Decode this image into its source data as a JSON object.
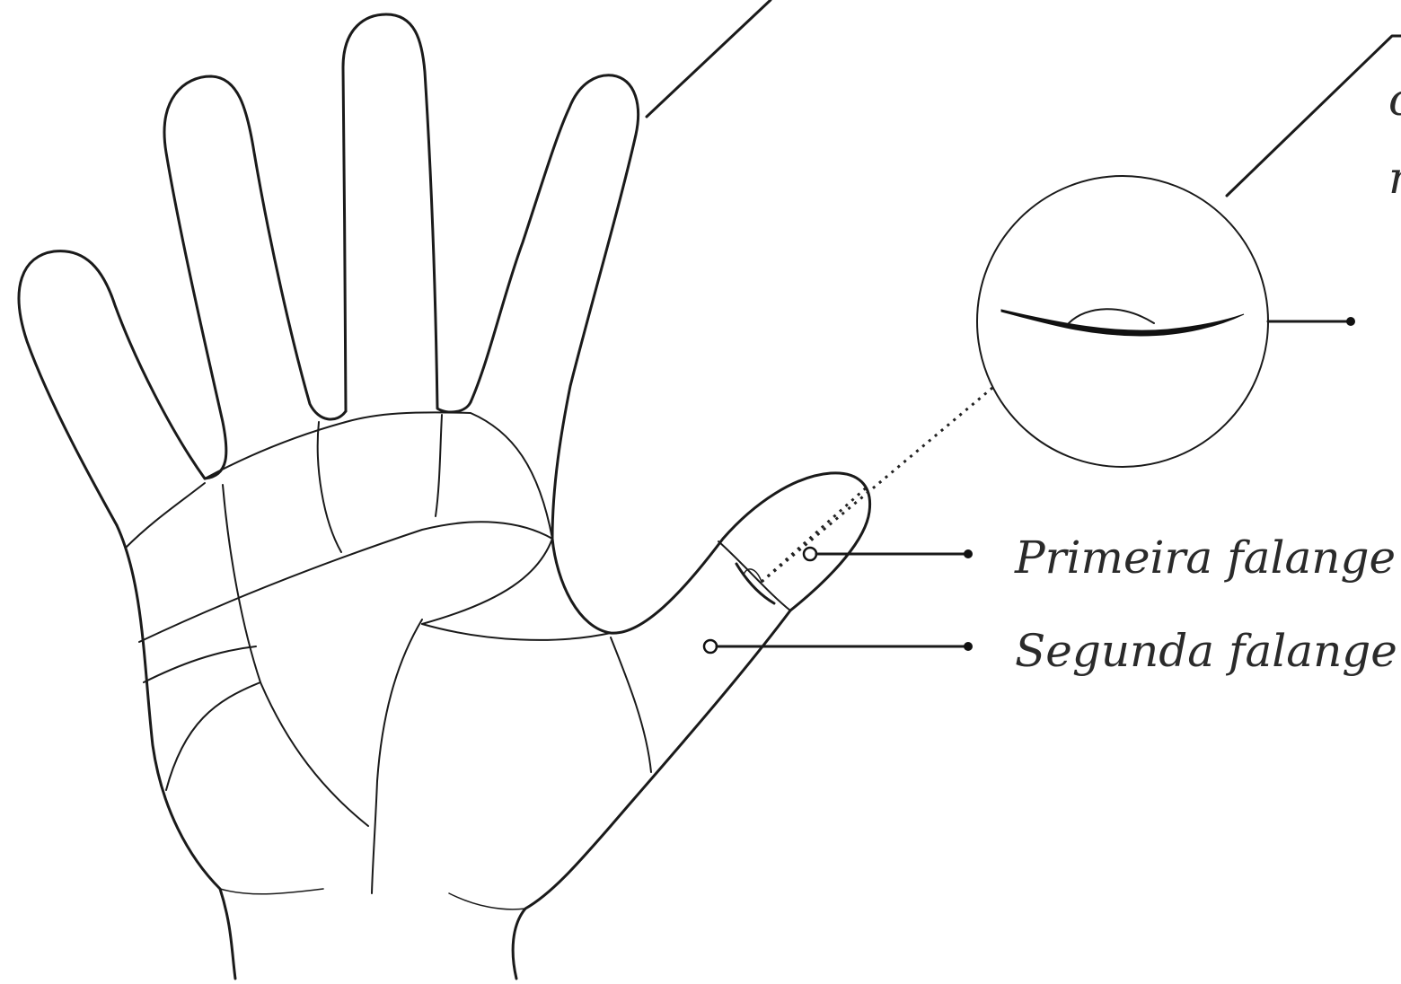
{
  "labels": {
    "first_phalanx": "Primeira falange",
    "second_phalanx": "Segunda falange",
    "cut_top_1": "c",
    "cut_top_2": "n"
  },
  "colors": {
    "ink": "#1a1a1a",
    "text": "#2a2a2a",
    "background": "#ffffff"
  }
}
